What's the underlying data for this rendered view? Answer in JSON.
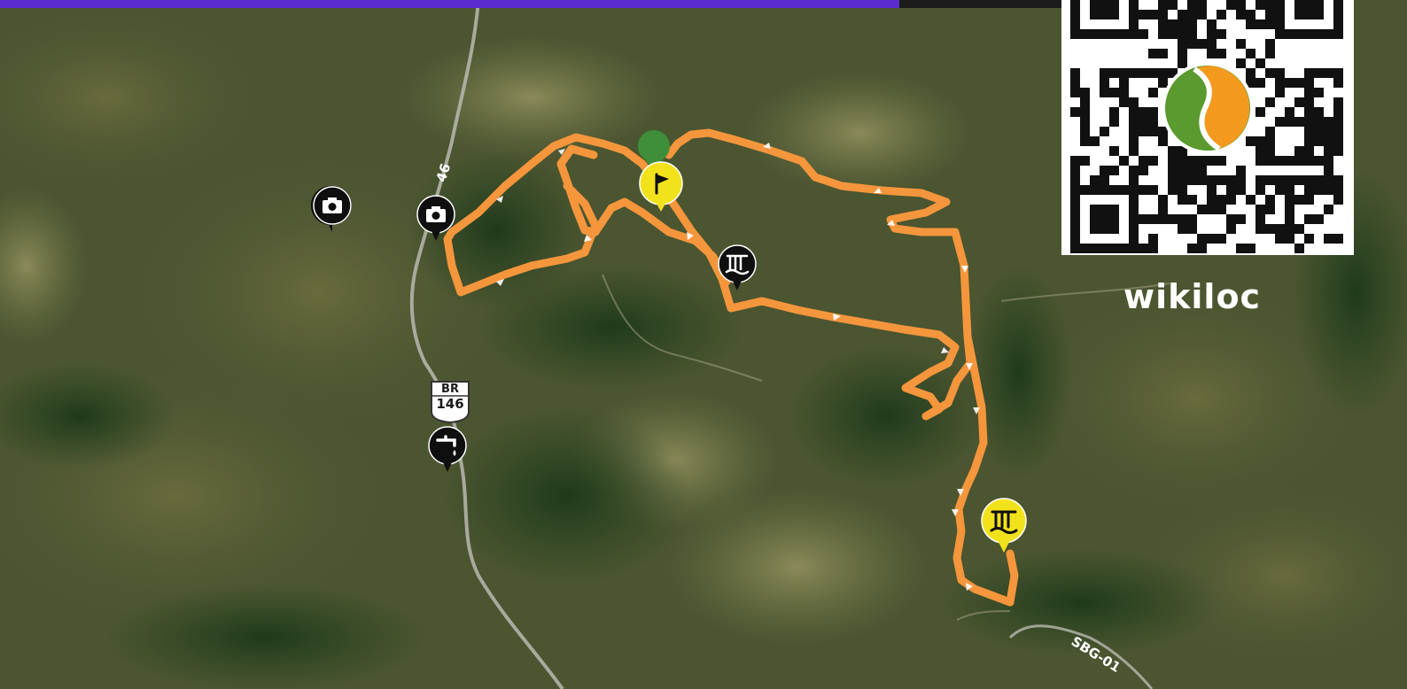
{
  "map": {
    "highway_shield": {
      "line1": "BR",
      "line2": "146"
    },
    "road_labels": {
      "br146_partial": "46",
      "sbg": "SBG-01"
    },
    "brand": "wikiloc",
    "colors": {
      "route": "#f5963c",
      "start_pin": "#3f8f3a",
      "waypoint_yellow": "#f2e21c",
      "poi_black": "#0f0f0f",
      "title_bar": "#5b2ad1"
    },
    "markers": [
      {
        "type": "photo-icon"
      },
      {
        "type": "photo-icon"
      },
      {
        "type": "waterfall-icon"
      },
      {
        "type": "water-tap-icon"
      },
      {
        "type": "start-flag-icon"
      },
      {
        "type": "waterfall-icon"
      }
    ]
  }
}
